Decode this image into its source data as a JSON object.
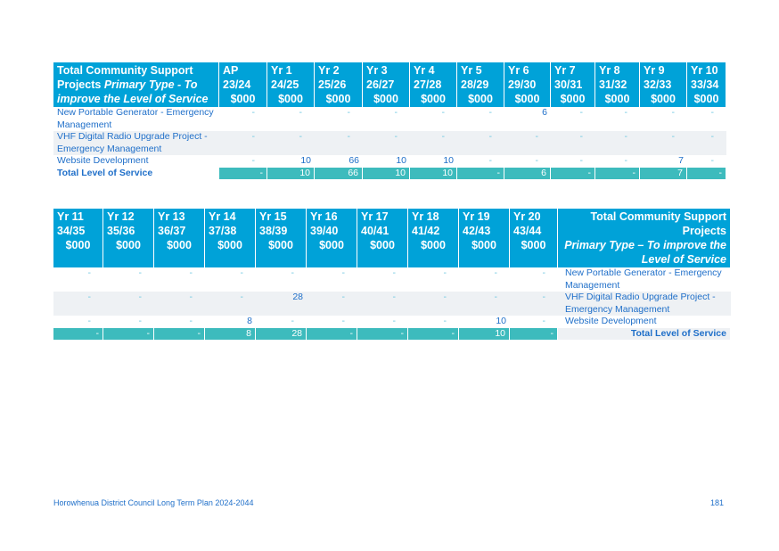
{
  "table1": {
    "header": {
      "label_line1": "Total Community Support",
      "label_line2_plain": "Projects ",
      "label_line2_italic": "Primary Type  - To",
      "label_line3_italic": "improve the Level of Service",
      "columns": [
        {
          "name": "AP",
          "period": "23/24",
          "unit": "$000"
        },
        {
          "name": "Yr 1",
          "period": "24/25",
          "unit": "$000"
        },
        {
          "name": "Yr 2",
          "period": "25/26",
          "unit": "$000"
        },
        {
          "name": "Yr 3",
          "period": "26/27",
          "unit": "$000"
        },
        {
          "name": "Yr 4",
          "period": "27/28",
          "unit": "$000"
        },
        {
          "name": "Yr 5",
          "period": "28/29",
          "unit": "$000"
        },
        {
          "name": "Yr 6",
          "period": "29/30",
          "unit": "$000"
        },
        {
          "name": "Yr 7",
          "period": "30/31",
          "unit": "$000"
        },
        {
          "name": "Yr 8",
          "period": "31/32",
          "unit": "$000"
        },
        {
          "name": "Yr 9",
          "period": "32/33",
          "unit": "$000"
        },
        {
          "name": "Yr 10",
          "period": "33/34",
          "unit": "$000"
        }
      ]
    },
    "rows": [
      {
        "label": "New Portable Generator - Emergency Management",
        "values": [
          "-",
          "-",
          "-",
          "-",
          "-",
          "-",
          "6",
          "-",
          "-",
          "-",
          "-"
        ]
      },
      {
        "label": "VHF Digital Radio Upgrade Project - Emergency Management",
        "values": [
          "-",
          "-",
          "-",
          "-",
          "-",
          "-",
          "-",
          "-",
          "-",
          "-",
          "-"
        ]
      },
      {
        "label": "Website Development",
        "values": [
          "-",
          "10",
          "66",
          "10",
          "10",
          "-",
          "-",
          "-",
          "-",
          "7",
          "-"
        ]
      }
    ],
    "total": {
      "label": "Total Level of Service",
      "values": [
        "-",
        "10",
        "66",
        "10",
        "10",
        "-",
        "6",
        "-",
        "-",
        "7",
        "-"
      ]
    }
  },
  "table2": {
    "header": {
      "label_line1": "Total Community Support Projects",
      "label_line2_italic": "Primary Type – To improve the",
      "label_line3_italic": "Level of Service",
      "columns": [
        {
          "name": "Yr 11",
          "period": "34/35",
          "unit": "$000"
        },
        {
          "name": "Yr 12",
          "period": "35/36",
          "unit": "$000"
        },
        {
          "name": "Yr 13",
          "period": "36/37",
          "unit": "$000"
        },
        {
          "name": "Yr 14",
          "period": "37/38",
          "unit": "$000"
        },
        {
          "name": "Yr 15",
          "period": "38/39",
          "unit": "$000"
        },
        {
          "name": "Yr 16",
          "period": "39/40",
          "unit": "$000"
        },
        {
          "name": "Yr 17",
          "period": "40/41",
          "unit": "$000"
        },
        {
          "name": "Yr 18",
          "period": "41/42",
          "unit": "$000"
        },
        {
          "name": "Yr 19",
          "period": "42/43",
          "unit": "$000"
        },
        {
          "name": "Yr 20",
          "period": "43/44",
          "unit": "$000"
        }
      ]
    },
    "rows": [
      {
        "label": "New Portable Generator - Emergency Management",
        "values": [
          "-",
          "-",
          "-",
          "-",
          "-",
          "-",
          "-",
          "-",
          "-",
          "-"
        ]
      },
      {
        "label": "VHF Digital Radio Upgrade Project - Emergency Management",
        "values": [
          "-",
          "-",
          "-",
          "-",
          "28",
          "-",
          "-",
          "-",
          "-",
          "-"
        ]
      },
      {
        "label": "Website Development",
        "values": [
          "-",
          "-",
          "-",
          "8",
          "-",
          "-",
          "-",
          "-",
          "10",
          "-"
        ]
      }
    ],
    "total": {
      "label": "Total Level of Service",
      "values": [
        "-",
        "-",
        "-",
        "8",
        "28",
        "-",
        "-",
        "-",
        "10",
        "-"
      ]
    }
  },
  "footer": {
    "left": "Horowhenua District Council Long Term Plan 2024-2044",
    "page": "181"
  },
  "colors": {
    "header_bg": "#00a2d8",
    "total_bg": "#3dbbbd",
    "text": "#1f6fc9",
    "dash": "#6cc7e0"
  }
}
